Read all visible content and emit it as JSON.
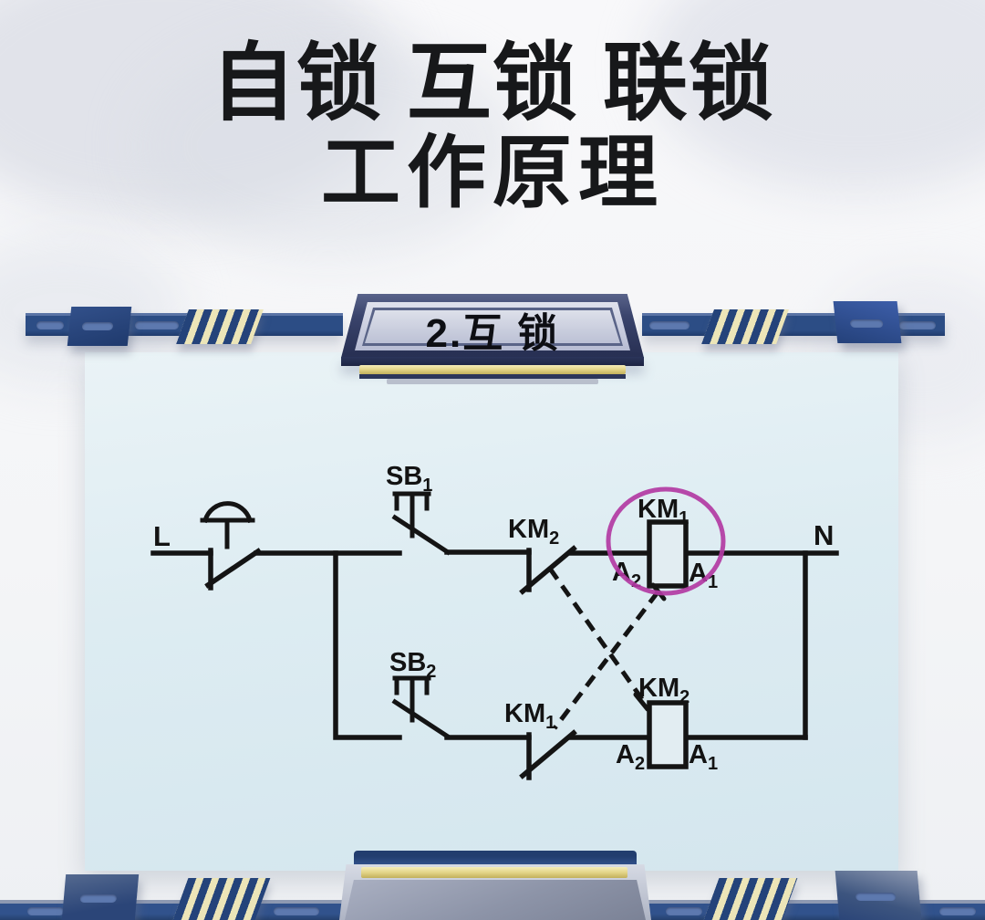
{
  "title": {
    "line1": "自锁 互锁 联锁",
    "line2": "工作原理"
  },
  "section_banner": {
    "label": "2.互 锁"
  },
  "circuit": {
    "line_label": "L",
    "neutral_label": "N",
    "sb1": {
      "base": "SB",
      "sub": "1"
    },
    "sb2": {
      "base": "SB",
      "sub": "2"
    },
    "km2_contact": {
      "base": "KM",
      "sub": "2"
    },
    "km1_contact": {
      "base": "KM",
      "sub": "1"
    },
    "km1_coil": {
      "base": "KM",
      "sub": "1"
    },
    "km2_coil": {
      "base": "KM",
      "sub": "2"
    },
    "km1_terminal_a2": {
      "base": "A",
      "sub": "2"
    },
    "km1_terminal_a1": {
      "base": "A",
      "sub": "1"
    },
    "km2_terminal_a2": {
      "base": "A",
      "sub": "2"
    },
    "km2_terminal_a1": {
      "base": "A",
      "sub": "1"
    }
  },
  "colors": {
    "wire": "#141414",
    "highlight_circle": "#b23aa3",
    "banner_blue": "#2c4d85",
    "hazard_stripe_cream": "#ece5b8",
    "gold_strip": "#e5d68b",
    "board_blue": "#dfeaf0"
  }
}
